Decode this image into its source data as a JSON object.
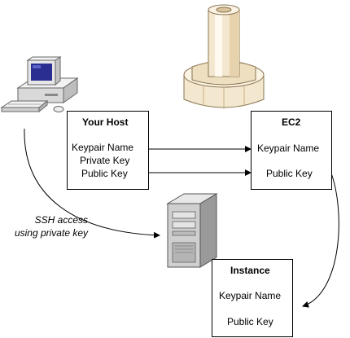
{
  "host_box": {
    "title": "Your Host",
    "items": [
      "Keypair Name",
      "Private Key",
      "Public Key"
    ]
  },
  "ec2_box": {
    "title": "EC2",
    "items": [
      "Keypair Name",
      "Public Key"
    ]
  },
  "instance_box": {
    "title": "Instance",
    "items": [
      "Keypair Name",
      "Public Key"
    ]
  },
  "ssh_note": {
    "line1": "SSH access",
    "line2": "using private key"
  },
  "icons": {
    "host": "desktop-computer-icon",
    "ec2": "ec2-tower-icon",
    "instance": "server-tower-icon"
  },
  "colors": {
    "line": "#000000",
    "ec2_fill": "#f4e7cf",
    "ec2_stroke": "#8a7552",
    "computer_body": "#e8e8e8",
    "screen": "#2a2f8f"
  }
}
